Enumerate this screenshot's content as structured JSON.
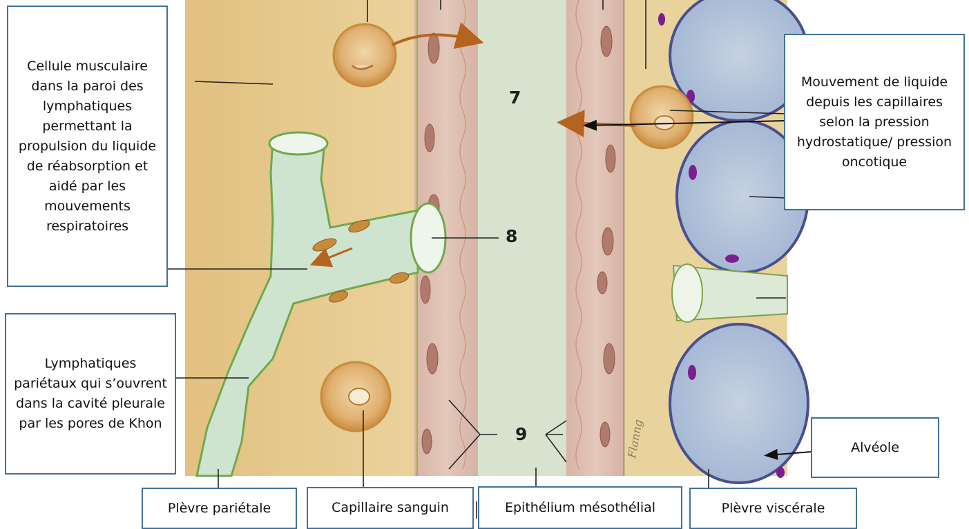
{
  "labels": {
    "muscle_cell": "Cellule musculaire dans la paroi des lymphatiques permettant la propulsion du liquide de réabsorption et aidé par les mouvements respiratoires",
    "lymphatics": "Lymphatiques pariétaux qui s’ouvrent dans la cavité pleurale par les pores de Khon",
    "fluid_movement": "Mouvement de liquide depuis les capillaires selon la pression hydrostatique/ pression oncotique",
    "alveole": "Alvéole",
    "plevre_parietale": "Plèvre pariétale",
    "capillaire": "Capillaire sanguin",
    "epithelium": "Epithélium mésothélial",
    "plevre_viscerale": "Plèvre viscérale"
  },
  "numbers": {
    "n7": "7",
    "n8": "8",
    "n9": "9"
  },
  "signature": "Flanng",
  "colors": {
    "box_border": "#41719c",
    "tissue": "#e6c892",
    "cavity": "#d7e2cf",
    "mesothelium": "#d9b8aa",
    "alveolus": "#a9bbd6",
    "arrow": "#b4641e"
  }
}
